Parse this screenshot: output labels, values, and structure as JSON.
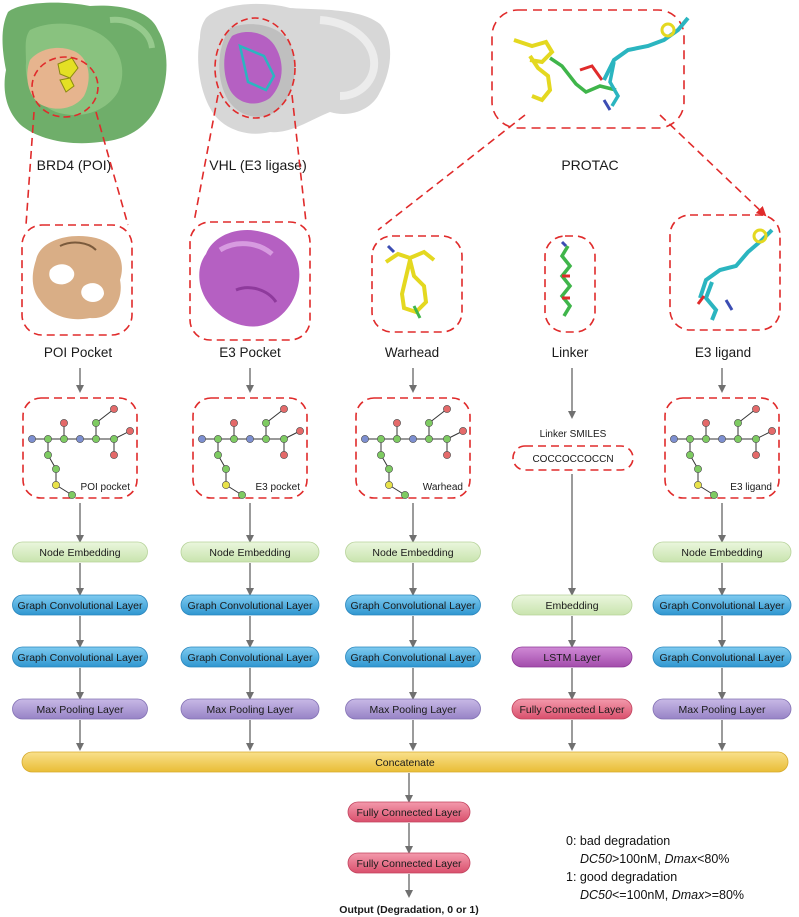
{
  "top": {
    "brd4_label": "BRD4 (POI)",
    "vhl_label": "VHL (E3 ligase)",
    "protac_label": "PROTAC"
  },
  "columns": [
    {
      "key": "poi",
      "title": "POI Pocket",
      "graph_label": "POI pocket",
      "layers": [
        "Node Embedding",
        "Graph Convolutional Layer",
        "Graph Convolutional Layer",
        "Max Pooling Layer"
      ]
    },
    {
      "key": "e3",
      "title": "E3 Pocket",
      "graph_label": "E3 pocket",
      "layers": [
        "Node Embedding",
        "Graph Convolutional Layer",
        "Graph Convolutional Layer",
        "Max Pooling Layer"
      ]
    },
    {
      "key": "warhead",
      "title": "Warhead",
      "graph_label": "Warhead",
      "layers": [
        "Node Embedding",
        "Graph Convolutional Layer",
        "Graph Convolutional Layer",
        "Max Pooling Layer"
      ]
    },
    {
      "key": "linker",
      "title": "Linker",
      "smiles_title": "Linker SMILES",
      "smiles": "COCCOCCOCCN",
      "layers": [
        "Embedding",
        "LSTM Layer",
        "Fully Connected Layer"
      ]
    },
    {
      "key": "e3ligand",
      "title": "E3 ligand",
      "graph_label": "E3 ligand",
      "layers": [
        "Node Embedding",
        "Graph Convolutional Layer",
        "Graph Convolutional Layer",
        "Max Pooling Layer"
      ]
    }
  ],
  "concat_label": "Concatenate",
  "head_layers": [
    "Fully Connected Layer",
    "Fully Connected Layer"
  ],
  "output_label": "Output (Degradation, 0 or 1)",
  "notes": {
    "line1": "0: bad degradation",
    "line2_a": "DC50",
    "line2_b": ">100nM, ",
    "line2_c": "Dmax",
    "line2_d": "<80%",
    "line3": "1: good degradation",
    "line4_a": "DC50",
    "line4_b": "<=100nM, ",
    "line4_c": "Dmax",
    "line4_d": ">=80%"
  },
  "colors": {
    "node_embedding": "#d6ecc0",
    "gcn": "#3aa6dd",
    "pooling": "#a995d0",
    "lstm": "#b05cb8",
    "fc": "#e0637d",
    "concat": "#f2cc4a",
    "dash": "#e02b2b",
    "arrow": "#707070"
  }
}
